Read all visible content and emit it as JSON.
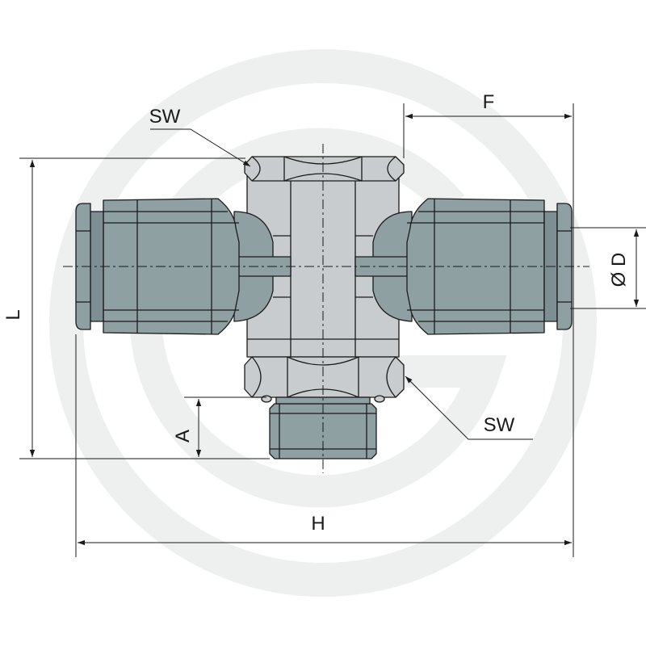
{
  "labels": {
    "sw_top": "SW",
    "sw_bottom": "SW",
    "f": "F",
    "l": "L",
    "d": "Ø D",
    "a": "A",
    "h": "H"
  },
  "colors": {
    "body_fill": "#c8ccce",
    "fitting_fill": "#8fa0a3",
    "fitting_dark": "#7d8f92",
    "watermark": "#eef0f0",
    "line": "#1a1a1a",
    "accent_green": "#2e6b5c"
  },
  "icons": {
    "watermark": "granit-logo-watermark"
  }
}
